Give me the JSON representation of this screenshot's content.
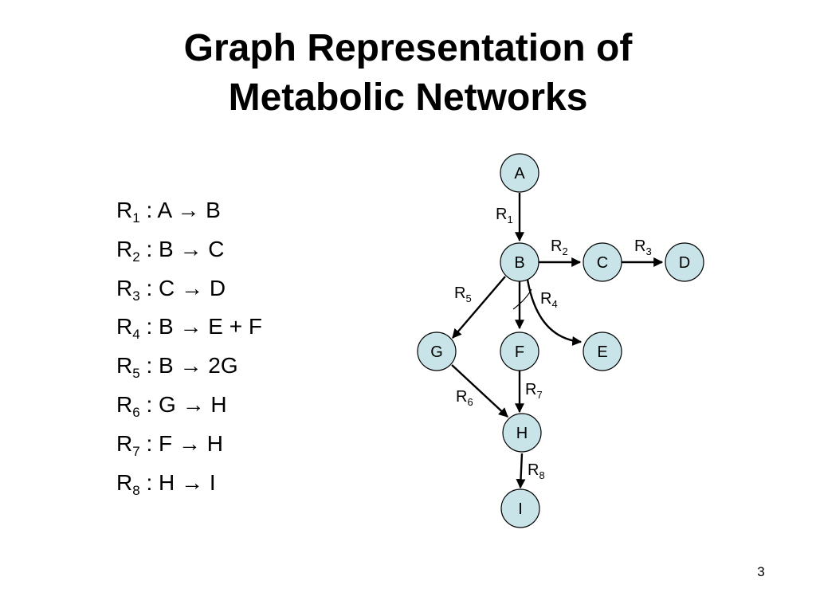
{
  "title": {
    "line1": "Graph Representation of",
    "line2": "Metabolic Networks"
  },
  "reactions": [
    {
      "name": "R",
      "index": "1",
      "equation": " : A → B"
    },
    {
      "name": "R",
      "index": "2",
      "equation": " : B → C"
    },
    {
      "name": "R",
      "index": "3",
      "equation": " : C → D"
    },
    {
      "name": "R",
      "index": "4",
      "equation": " : B → E + F"
    },
    {
      "name": "R",
      "index": "5",
      "equation": " : B → 2G"
    },
    {
      "name": "R",
      "index": "6",
      "equation": " : G → H"
    },
    {
      "name": "R",
      "index": "7",
      "equation": " : F → H"
    },
    {
      "name": "R",
      "index": "8",
      "equation": " : H → I"
    }
  ],
  "graph": {
    "node_fill": "#c8e4e8",
    "nodes": {
      "a": "A",
      "b": "B",
      "c": "C",
      "d": "D",
      "e": "E",
      "f": "F",
      "g": "G",
      "h": "H",
      "i": "I"
    },
    "edge_labels": {
      "r1": {
        "name": "R",
        "index": "1"
      },
      "r2": {
        "name": "R",
        "index": "2"
      },
      "r3": {
        "name": "R",
        "index": "3"
      },
      "r4": {
        "name": "R",
        "index": "4"
      },
      "r5": {
        "name": "R",
        "index": "5"
      },
      "r6": {
        "name": "R",
        "index": "6"
      },
      "r7": {
        "name": "R",
        "index": "7"
      },
      "r8": {
        "name": "R",
        "index": "8"
      }
    }
  },
  "page_number": "3"
}
